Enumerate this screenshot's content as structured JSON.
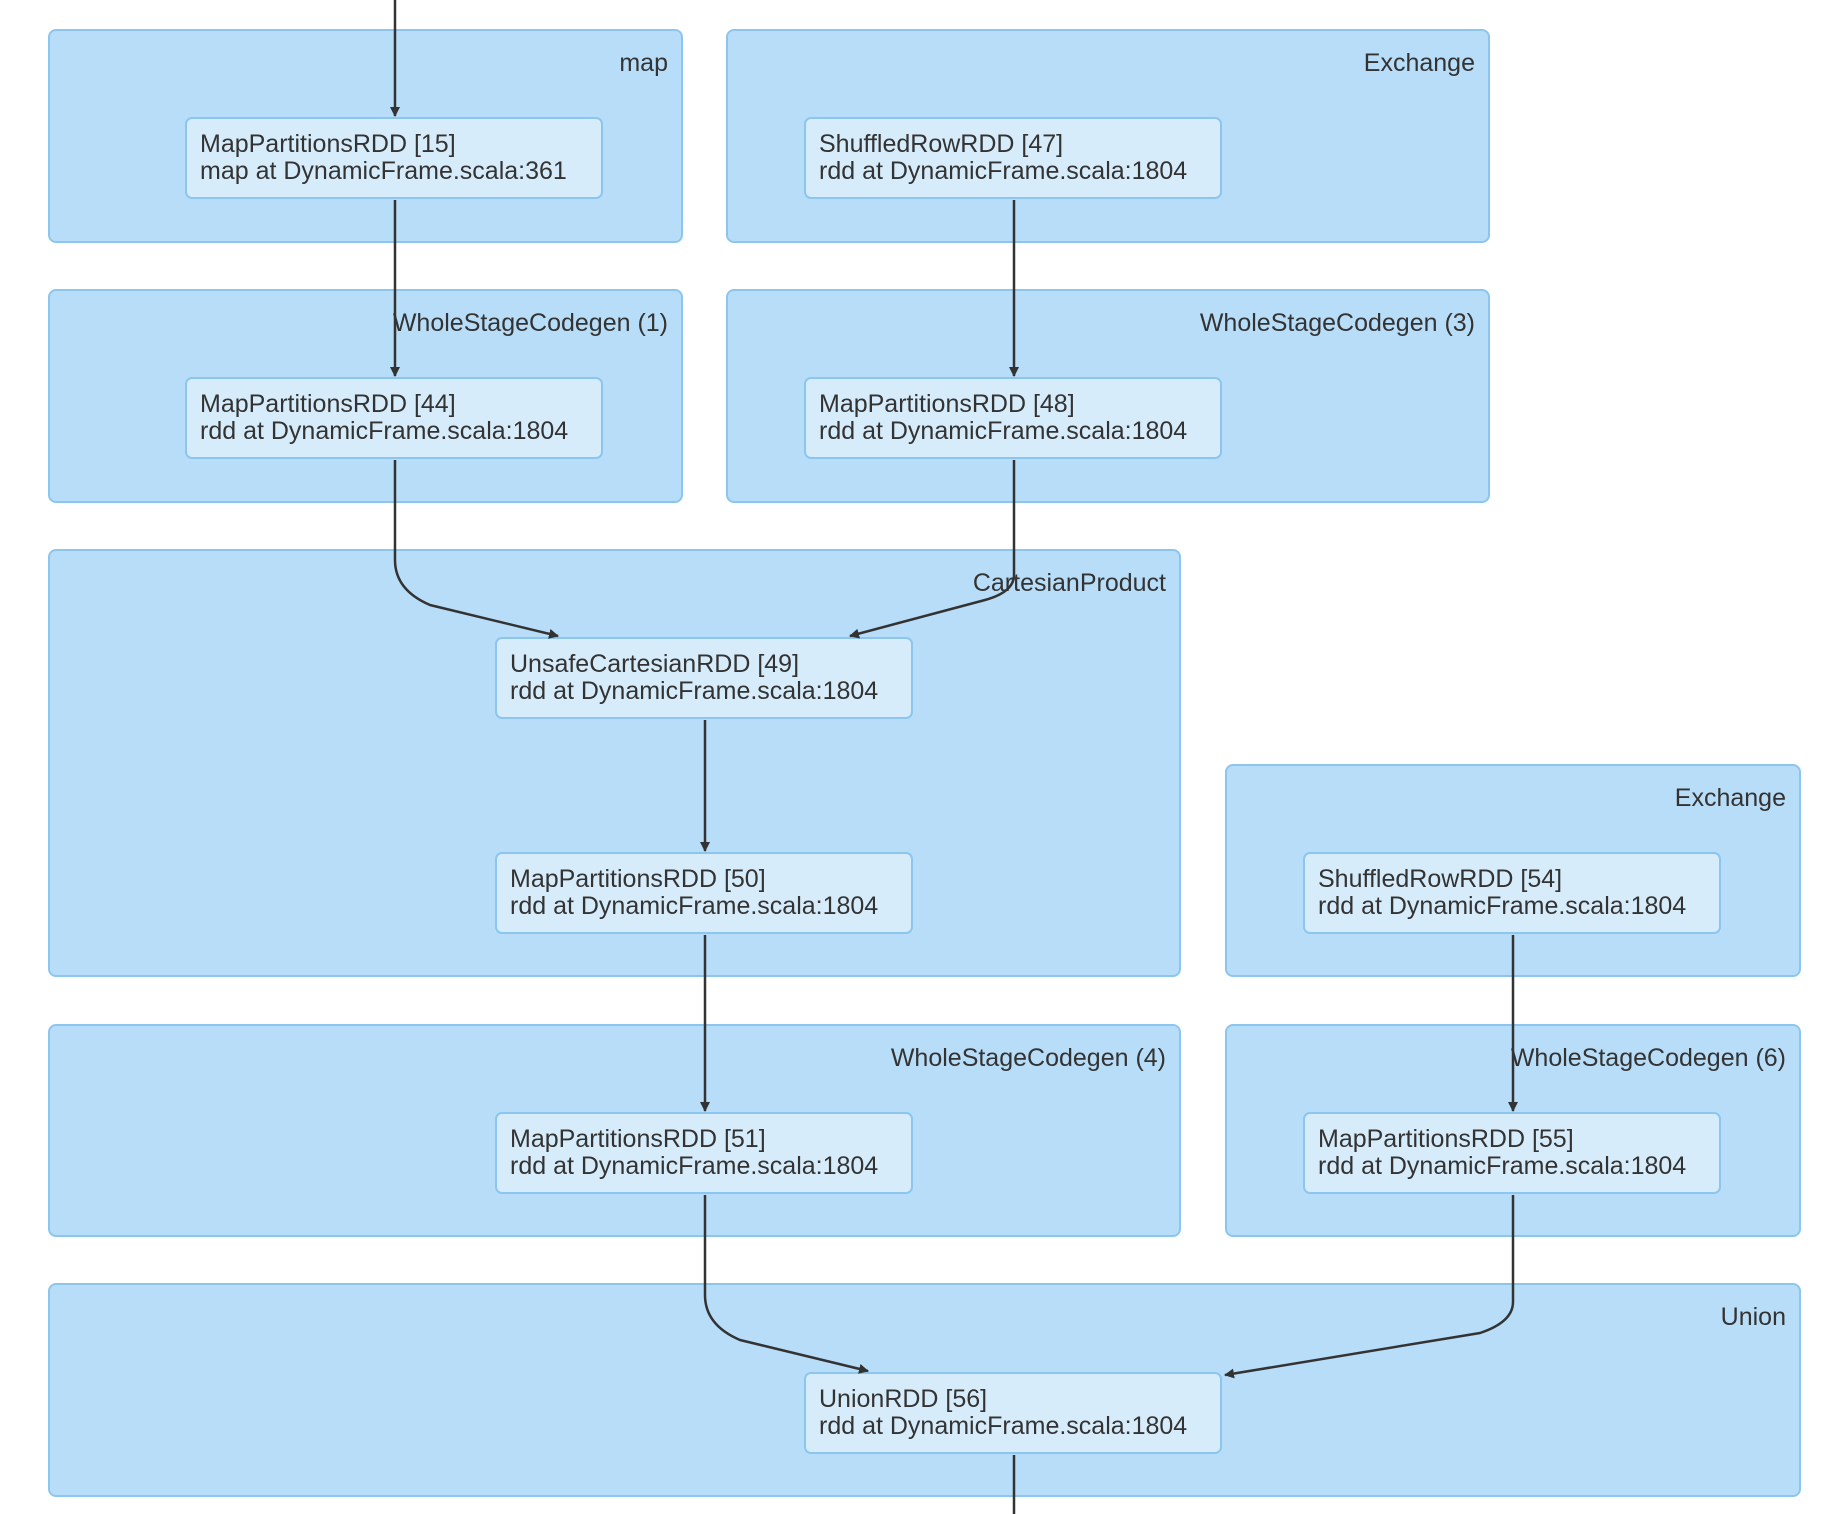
{
  "colors": {
    "cluster_fill": "#b8ddf8",
    "cluster_border": "#8cc6ee",
    "node_fill": "#d7ecfb",
    "node_border": "#8cc6ee",
    "edge": "#333333",
    "text": "#333333"
  },
  "clusters": {
    "map": {
      "label": "map"
    },
    "exchange1": {
      "label": "Exchange"
    },
    "wsc1": {
      "label": "WholeStageCodegen (1)"
    },
    "wsc3": {
      "label": "WholeStageCodegen (3)"
    },
    "cartesian": {
      "label": "CartesianProduct"
    },
    "exchange2": {
      "label": "Exchange"
    },
    "wsc4": {
      "label": "WholeStageCodegen (4)"
    },
    "wsc6": {
      "label": "WholeStageCodegen (6)"
    },
    "union": {
      "label": "Union"
    }
  },
  "nodes": {
    "n15": {
      "name": "MapPartitionsRDD [15]",
      "callsite": "map at DynamicFrame.scala:361"
    },
    "n47": {
      "name": "ShuffledRowRDD [47]",
      "callsite": "rdd at DynamicFrame.scala:1804"
    },
    "n44": {
      "name": "MapPartitionsRDD [44]",
      "callsite": "rdd at DynamicFrame.scala:1804"
    },
    "n48": {
      "name": "MapPartitionsRDD [48]",
      "callsite": "rdd at DynamicFrame.scala:1804"
    },
    "n49": {
      "name": "UnsafeCartesianRDD [49]",
      "callsite": "rdd at DynamicFrame.scala:1804"
    },
    "n50": {
      "name": "MapPartitionsRDD [50]",
      "callsite": "rdd at DynamicFrame.scala:1804"
    },
    "n54": {
      "name": "ShuffledRowRDD [54]",
      "callsite": "rdd at DynamicFrame.scala:1804"
    },
    "n51": {
      "name": "MapPartitionsRDD [51]",
      "callsite": "rdd at DynamicFrame.scala:1804"
    },
    "n55": {
      "name": "MapPartitionsRDD [55]",
      "callsite": "rdd at DynamicFrame.scala:1804"
    },
    "n56": {
      "name": "UnionRDD [56]",
      "callsite": "rdd at DynamicFrame.scala:1804"
    }
  }
}
